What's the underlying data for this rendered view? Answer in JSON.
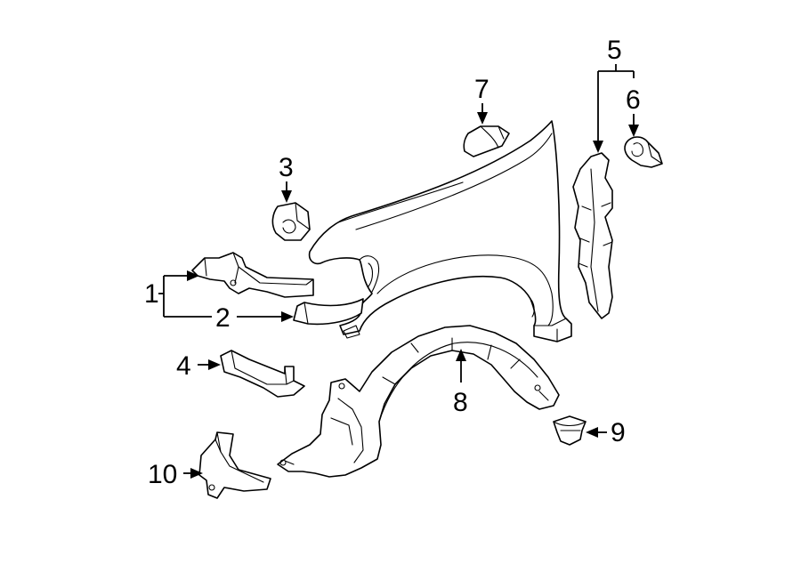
{
  "callouts": [
    "1",
    "2",
    "3",
    "4",
    "5",
    "6",
    "7",
    "8",
    "9",
    "10"
  ]
}
